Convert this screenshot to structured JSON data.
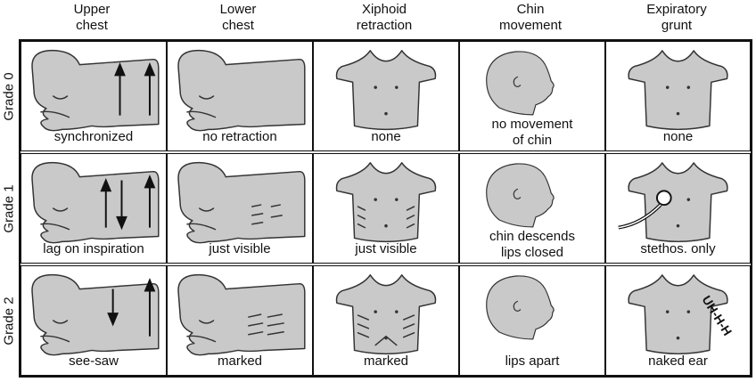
{
  "columns": [
    {
      "key": "upper",
      "header": "Upper\nchest"
    },
    {
      "key": "lower",
      "header": "Lower\nchest"
    },
    {
      "key": "xiphoid",
      "header": "Xiphoid\nretraction"
    },
    {
      "key": "chin",
      "header": "Chin\nmovement"
    },
    {
      "key": "grunt",
      "header": "Expiratory\ngrunt"
    }
  ],
  "rows": [
    {
      "label": "Grade 0",
      "captions": [
        "synchronized",
        "no retraction",
        "none",
        "no movement\nof chin",
        "none"
      ]
    },
    {
      "label": "Grade 1",
      "captions": [
        "lag on inspiration",
        "just visible",
        "just visible",
        "chin descends\nlips closed",
        "stethos. only"
      ]
    },
    {
      "label": "Grade 2",
      "captions": [
        "see-saw",
        "marked",
        "marked",
        "lips apart",
        "naked ear"
      ]
    }
  ],
  "grunt_sound": "UH-H-H"
}
